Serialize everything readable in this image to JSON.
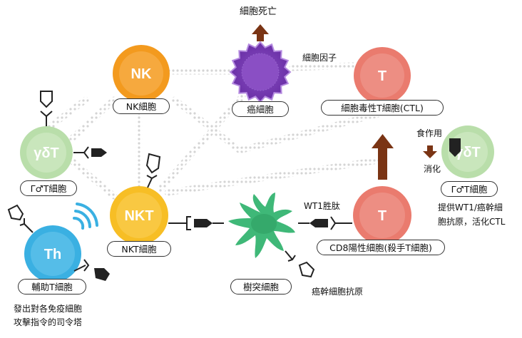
{
  "cells": {
    "nk": {
      "symbol": "NK",
      "label": "NK細胞",
      "color": "#f39a1e"
    },
    "cancer": {
      "label": "癌細胞",
      "color": "#7b3fb3"
    },
    "ctl": {
      "symbol": "T",
      "label": "細胞毒性T細胞(CTL)",
      "color": "#ea7b6e"
    },
    "gdt_left": {
      "symbol": "γδT",
      "label": "Γ♂T細胞",
      "color": "#b9deaa"
    },
    "gdt_right": {
      "symbol": "γδT",
      "label": "Γ♂T細胞",
      "color": "#b9deaa"
    },
    "nkt": {
      "symbol": "NKT",
      "label": "NKT細胞",
      "color": "#f7be25"
    },
    "cd8": {
      "symbol": "T",
      "label": "CD8陽性細胞(殺手T細胞)",
      "color": "#ea7b6e"
    },
    "th": {
      "symbol": "Th",
      "label": "輔助T細胞",
      "color": "#3ab0e2"
    },
    "dendritic": {
      "label": "樹突細胞",
      "color": "#3fb878"
    }
  },
  "annotations": {
    "cell_death": "細胞死亡",
    "cytokine": "細胞因子",
    "eat": "食作用",
    "digest": "消化",
    "wt1_peptide": "WT1胜肽",
    "cancer_antigen": "癌幹細胞抗原",
    "gdt_note_line1": "提供WT1/癌幹細",
    "gdt_note_line2": "胞抗原，活化CTL",
    "th_note_line1": "發出對各免疫細胞",
    "th_note_line2": "攻擊指令的司令塔"
  },
  "colors": {
    "arrow": "#7a3414",
    "receptor": "#222",
    "link": "#dcdcdc"
  }
}
